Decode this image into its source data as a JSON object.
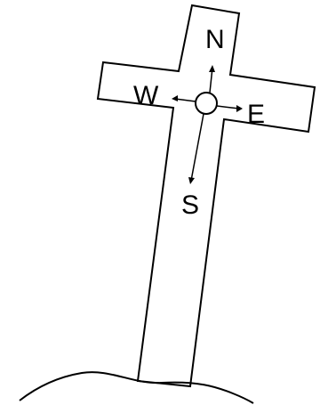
{
  "compass": {
    "north": "N",
    "south": "S",
    "east": "E",
    "west": "W"
  },
  "colors": {
    "stroke": "#000000",
    "background": "#ffffff"
  }
}
